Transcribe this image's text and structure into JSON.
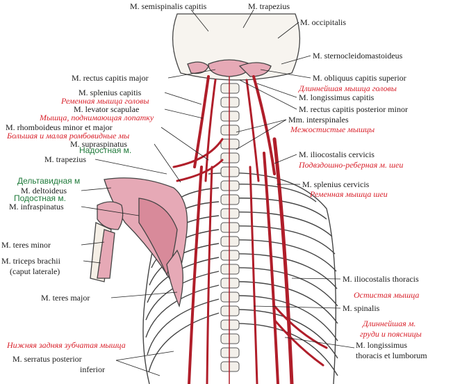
{
  "labels_en": {
    "semispinalis_capitis": "M. semispinalis capitis",
    "trapezius_top": "M. trapezius",
    "occipitalis": "M. occipitalis",
    "sternocleidomastoideus": "M. sternocleidomastoideus",
    "rectus_capitis_major": "M. rectus capitis major",
    "obliquus_capitis_superior": "M. obliquus capitis superior",
    "splenius_capitis": "M. splenius capitis",
    "longissimus_capitis": "M. longissimus capitis",
    "levator_scapulae": "M. levator scapulae",
    "rectus_capitis_posterior_minor": "M. rectus capitis posterior minor",
    "rhomboideus": "M. rhomboideus minor et major",
    "interspinales": "Mm. interspinales",
    "supraspinatus": "M. supraspinatus",
    "trapezius_left": "M. trapezius",
    "iliocostalis_cervicis": "M. iliocostalis cervicis",
    "deltoideus": "M. deltoideus",
    "splenius_cervicis": "M. splenius cervicis",
    "infraspinatus": "M. infraspinatus",
    "teres_minor": "M. teres minor",
    "triceps_line1": "M. triceps brachii",
    "triceps_line2": "(caput laterale)",
    "iliocostalis_thoracis": "M. iliocostalis thoracis",
    "teres_major": "M. teres major",
    "spinalis": "M. spinalis",
    "serratus_line1": "M. serratus posterior",
    "serratus_line2": "inferior",
    "longissimus_line1": "M. longissimus",
    "longissimus_line2": "thoracis et lumborum"
  },
  "labels_ru": {
    "longissimus_capitis": "Длиннейшая мышца головы",
    "splenius_capitis": "Ременная мышца головы",
    "levator_scapulae": "Мышца, поднимающая лопатку",
    "rhomboideus": "Большая и малая ромбовидные мы",
    "interspinales": "Межостистые мышцы",
    "iliocostalis_cervicis": "Подвздошно-реберная м. шеи",
    "splenius_cervicis": "Ременная мышца шеи",
    "spinalis": "Остистая мышца",
    "longissimus_line1": "Длиннейшая м.",
    "longissimus_line2": "груди и поясницы",
    "serratus": "Нижняя задняя зубчатая мышца"
  },
  "labels_green": {
    "supraspinatus": "Надостная м.",
    "deltoideus": "Дельтавидная м",
    "infraspinatus": "Подостная м."
  },
  "colors": {
    "muscle_pink": "#e6a9b6",
    "muscle_red": "#b01e2a",
    "ru_label": "#d8202a",
    "green_label": "#1f7a3a"
  }
}
